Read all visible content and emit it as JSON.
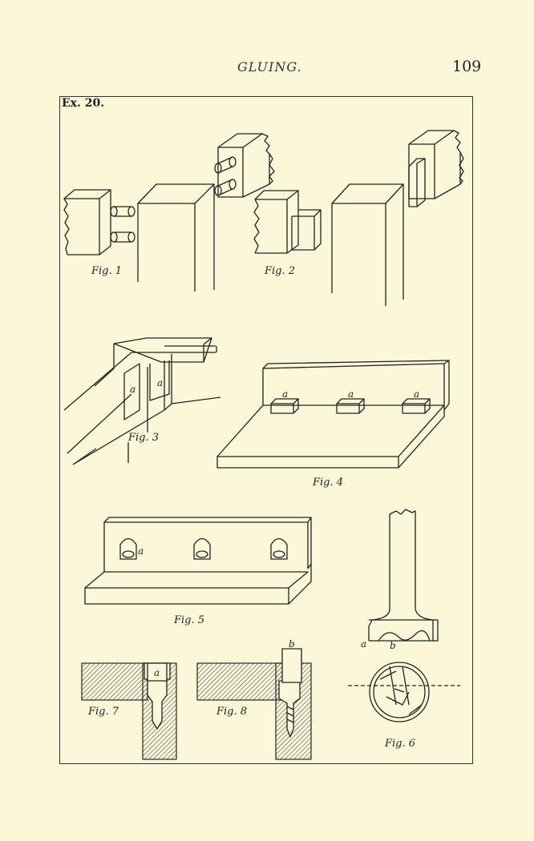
{
  "page": {
    "running_title": "GLUING.",
    "page_number": "109"
  },
  "plate": {
    "exercise_label": "Ex. 20.",
    "figures": {
      "fig1": "Fig. 1",
      "fig2": "Fig. 2",
      "fig3": "Fig. 3",
      "fig4": "Fig. 4",
      "fig5": "Fig. 5",
      "fig6": "Fig. 6",
      "fig7": "Fig. 7",
      "fig8": "Fig. 8"
    },
    "letters": {
      "a": "a",
      "b": "b"
    }
  },
  "colors": {
    "paper": "#fbf8d9",
    "ink": "#222222"
  }
}
